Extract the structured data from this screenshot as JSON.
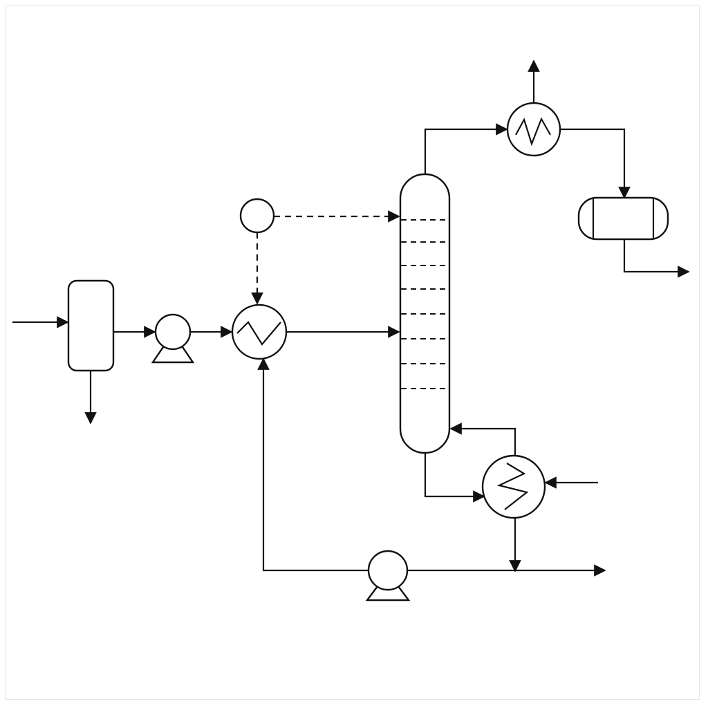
{
  "diagram": {
    "kind": "process flow diagram",
    "colors": {
      "line": "#111111",
      "background": "#ffffff",
      "frame": "#e4e4e4"
    },
    "equipment": [
      {
        "id": "separator-vessel",
        "icon": "vertical-vessel-icon"
      },
      {
        "id": "feed-pump",
        "icon": "pump-icon"
      },
      {
        "id": "feed-preheater",
        "icon": "heat-exchanger-icon"
      },
      {
        "id": "distillation-column",
        "icon": "tray-column-icon",
        "trays": 8
      },
      {
        "id": "overhead-condenser",
        "icon": "heat-exchanger-icon"
      },
      {
        "id": "reflux-drum",
        "icon": "horizontal-vessel-icon"
      },
      {
        "id": "reboiler",
        "icon": "heat-exchanger-icon"
      },
      {
        "id": "bottoms-pump",
        "icon": "pump-icon"
      },
      {
        "id": "controller",
        "icon": "instrument-bubble-icon"
      }
    ],
    "streams": [
      "feed-inlet",
      "separator-bottoms-outlet",
      "separator-to-pump",
      "pump-to-preheater",
      "preheater-to-column",
      "column-overhead-vapor",
      "condenser-vent",
      "condenser-to-drum",
      "distillate-product",
      "reboiler-return",
      "column-bottoms-to-reboiler",
      "reboiler-heating-medium",
      "reboiler-to-bottoms-line",
      "bottoms-product",
      "preheater-heating-loop"
    ],
    "signals": [
      "controller-to-column",
      "controller-to-preheater"
    ]
  }
}
